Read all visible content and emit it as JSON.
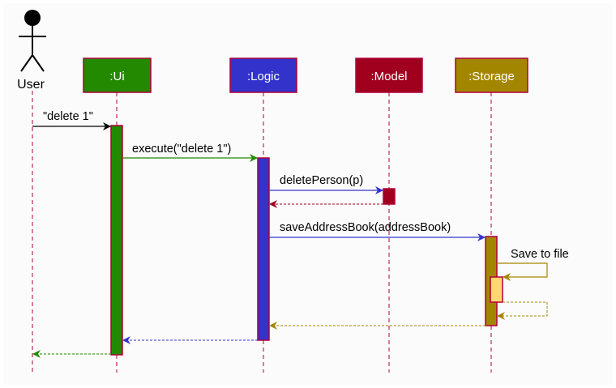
{
  "actor": {
    "label": "User"
  },
  "participants": [
    {
      "id": "ui",
      "label": ":Ui",
      "fill": "#238a00",
      "text_color": "#ffffff"
    },
    {
      "id": "logic",
      "label": ":Logic",
      "fill": "#3333cc",
      "text_color": "#ffffff"
    },
    {
      "id": "model",
      "label": ":Model",
      "fill": "#a0001e",
      "text_color": "#ffffff"
    },
    {
      "id": "storage",
      "label": ":Storage",
      "fill": "#a38600",
      "text_color": "#ffffff"
    }
  ],
  "messages": {
    "delete_cmd": "\"delete 1\"",
    "execute": "execute(\"delete 1\")",
    "delete_person": "deletePerson(p)",
    "save_address_book": "saveAddressBook(addressBook)",
    "save_to_file": "Save to file"
  },
  "colors": {
    "lifeline": "#b0003a",
    "user_arrow": "#000000",
    "ui_arrow": "#238a00",
    "logic_arrow": "#3333cc",
    "model_arrow": "#a0001e",
    "storage_arrow": "#a38600",
    "file_activation": "#ffd870",
    "background_panel": "#fbfbfb"
  }
}
